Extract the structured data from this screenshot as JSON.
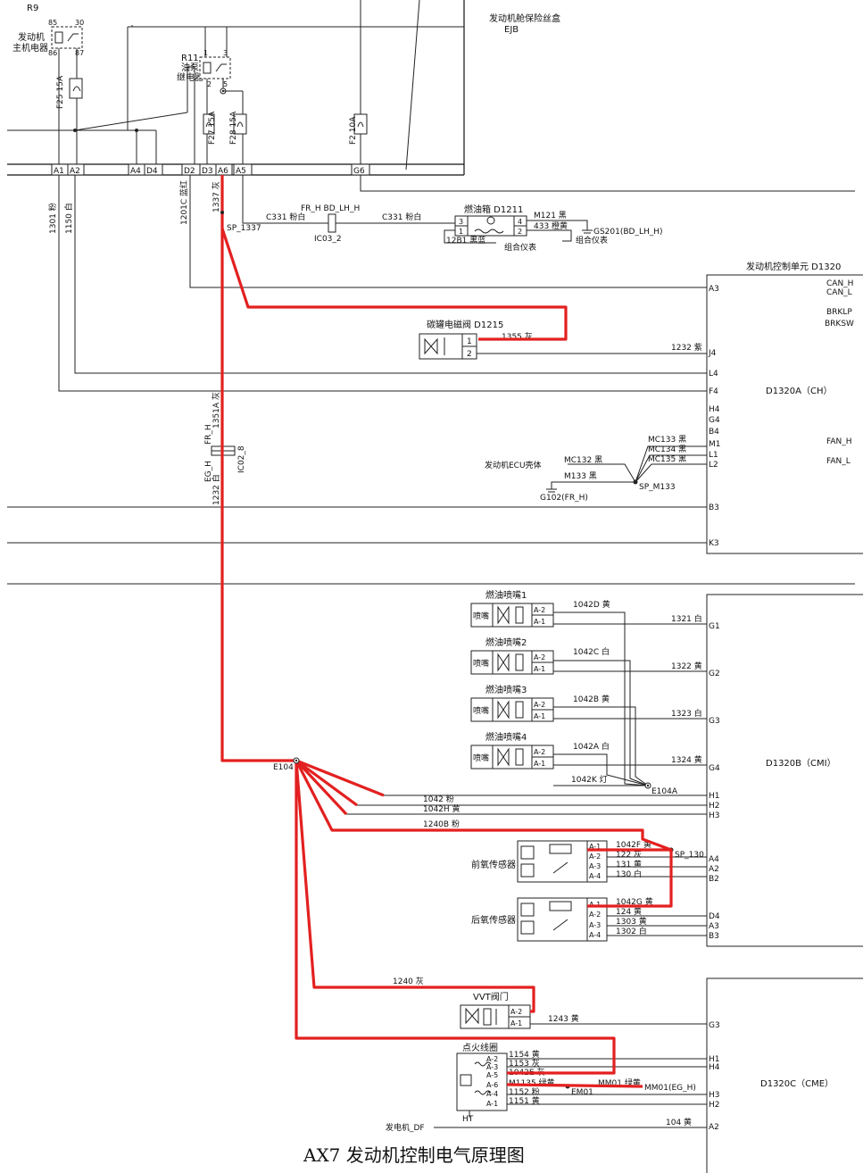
{
  "caption": "AX7 发动机控制电气原理图",
  "fuse_box": {
    "title": "发动机舱保险丝盒",
    "code": "EJB"
  },
  "relays": {
    "main": {
      "code": "R9",
      "name_line1": "发动机",
      "name_line2": "主机电器",
      "pins": [
        "85",
        "30",
        "86",
        "87"
      ]
    },
    "pump": {
      "code": "R11",
      "name_line1": "油泵",
      "name_line2": "继电器",
      "pins": [
        "1",
        "3",
        "2",
        "5"
      ]
    }
  },
  "fuses": [
    "F25 15A",
    "F27 15A",
    "F28 15A",
    "F2 10A"
  ],
  "fuse_pins": [
    "A1",
    "A2",
    "A4",
    "D4",
    "D2",
    "D3",
    "A6",
    "A5",
    "G6"
  ],
  "wire_labels": {
    "w1301": "1301 粉",
    "w1150": "1150 白",
    "w1201c": "1201C 蓝红",
    "w1337": "1337 灰",
    "sp1337": "SP_1337",
    "c331a": "C331 粉白",
    "frh_bdlhh": "FR_H BD_LH_H",
    "ic03": "IC03_2",
    "c331b": "C331 粉白",
    "w1351a": "1351A 灰",
    "frh": "FR_H",
    "egh": "EG_H",
    "ic02": "IC02_8",
    "w1232b": "1232 白"
  },
  "fuel_pump": {
    "title": "燃油箱 D1211",
    "m121": "M121 黑",
    "w433": "433 橙黄",
    "w12b1": "12B1 黑蓝",
    "gs201": "GS201(BD_LH_H)",
    "cluster1": "组合仪表",
    "cluster2": "组合仪表",
    "pins": [
      "3",
      "1",
      "4",
      "2"
    ]
  },
  "ecu": {
    "title": "发动机控制单元 D1320",
    "partA": "D1320A（CH）",
    "partB": "D1320B（CMI）",
    "partC": "D1320C（CME）",
    "side_labels": [
      "CAN_H",
      "CAN_L",
      "BRKLP",
      "BRKSW",
      "FAN_H",
      "FAN_L"
    ],
    "pinsA": [
      "A3",
      "J4",
      "L4",
      "F4",
      "H4",
      "G4",
      "B4",
      "M1",
      "L1",
      "L2",
      "B3",
      "K3"
    ],
    "pinsB": [
      "G1",
      "G2",
      "G3",
      "G4",
      "H1",
      "H2",
      "H3",
      "A4",
      "A2",
      "B2",
      "D4",
      "A3",
      "B3"
    ],
    "pinsC": [
      "G3",
      "H1",
      "H4",
      "H3",
      "H2",
      "A2"
    ]
  },
  "canister": {
    "title": "碳罐电磁阀 D1215",
    "w1355": "1355 灰",
    "w1232": "1232 紫",
    "pins": [
      "1",
      "2"
    ]
  },
  "ground": {
    "ecu_case": "发动机ECU壳体",
    "mc132": "MC132 黑",
    "mc133": "MC133 黑",
    "mc134": "MC134 黑",
    "mc135": "MC135 黑",
    "m133": "M133 黑",
    "g102": "G102(FR_H)",
    "sp_m133": "SP_M133"
  },
  "injectors": [
    {
      "title": "燃油喷嘴1",
      "feed": "1042D 黄",
      "sig": "1321 白"
    },
    {
      "title": "燃油喷嘴2",
      "feed": "1042C 白",
      "sig": "1322 黄"
    },
    {
      "title": "燃油喷嘴3",
      "feed": "1042B 黄",
      "sig": "1323 白"
    },
    {
      "title": "燃油喷嘴4",
      "feed": "1042A 白",
      "sig": "1324 黄"
    }
  ],
  "injector_box_label": "喷嘴",
  "injector_pins": [
    "A-2",
    "A-1"
  ],
  "splices": {
    "e104": "E104",
    "e104a": "E104A",
    "w1042k": "1042K 灯",
    "sp130": "SP_130"
  },
  "main_feeds": [
    "1042 粉",
    "1042H 黄",
    "1240B 粉"
  ],
  "o2_front": {
    "title": "前氧传感器",
    "wires": [
      "1042F 黄",
      "122 灰",
      "131 黄",
      "130 白"
    ],
    "pins": [
      "A-1",
      "A-2",
      "A-3",
      "A-4"
    ]
  },
  "o2_rear": {
    "title": "后氧传感器",
    "wires": [
      "1042G 黄",
      "124 黄",
      "1303 黄",
      "1302 白"
    ],
    "pins": [
      "A-1",
      "A-2",
      "A-3",
      "A-4"
    ]
  },
  "vvt": {
    "title": "VVT阀门",
    "feed": "1240 灰",
    "sig": "1243 黄",
    "pins": [
      "A-2",
      "A-1"
    ]
  },
  "coil": {
    "title": "点火线圈",
    "pins": [
      "A-2",
      "A-3",
      "A-5",
      "A-6",
      "A-4",
      "A-1"
    ],
    "wires": [
      "1154 黄",
      "1153 灰",
      "1042E 灰",
      "M1135 绿黄",
      "1152 粉",
      "1151 黄"
    ],
    "mm01w": "MM01 绿黄",
    "em01": "EM01",
    "mm01": "MM01(EG_H)",
    "ht": "HT"
  },
  "generator": {
    "label": "发电机_DF",
    "wire": "104 黄"
  }
}
